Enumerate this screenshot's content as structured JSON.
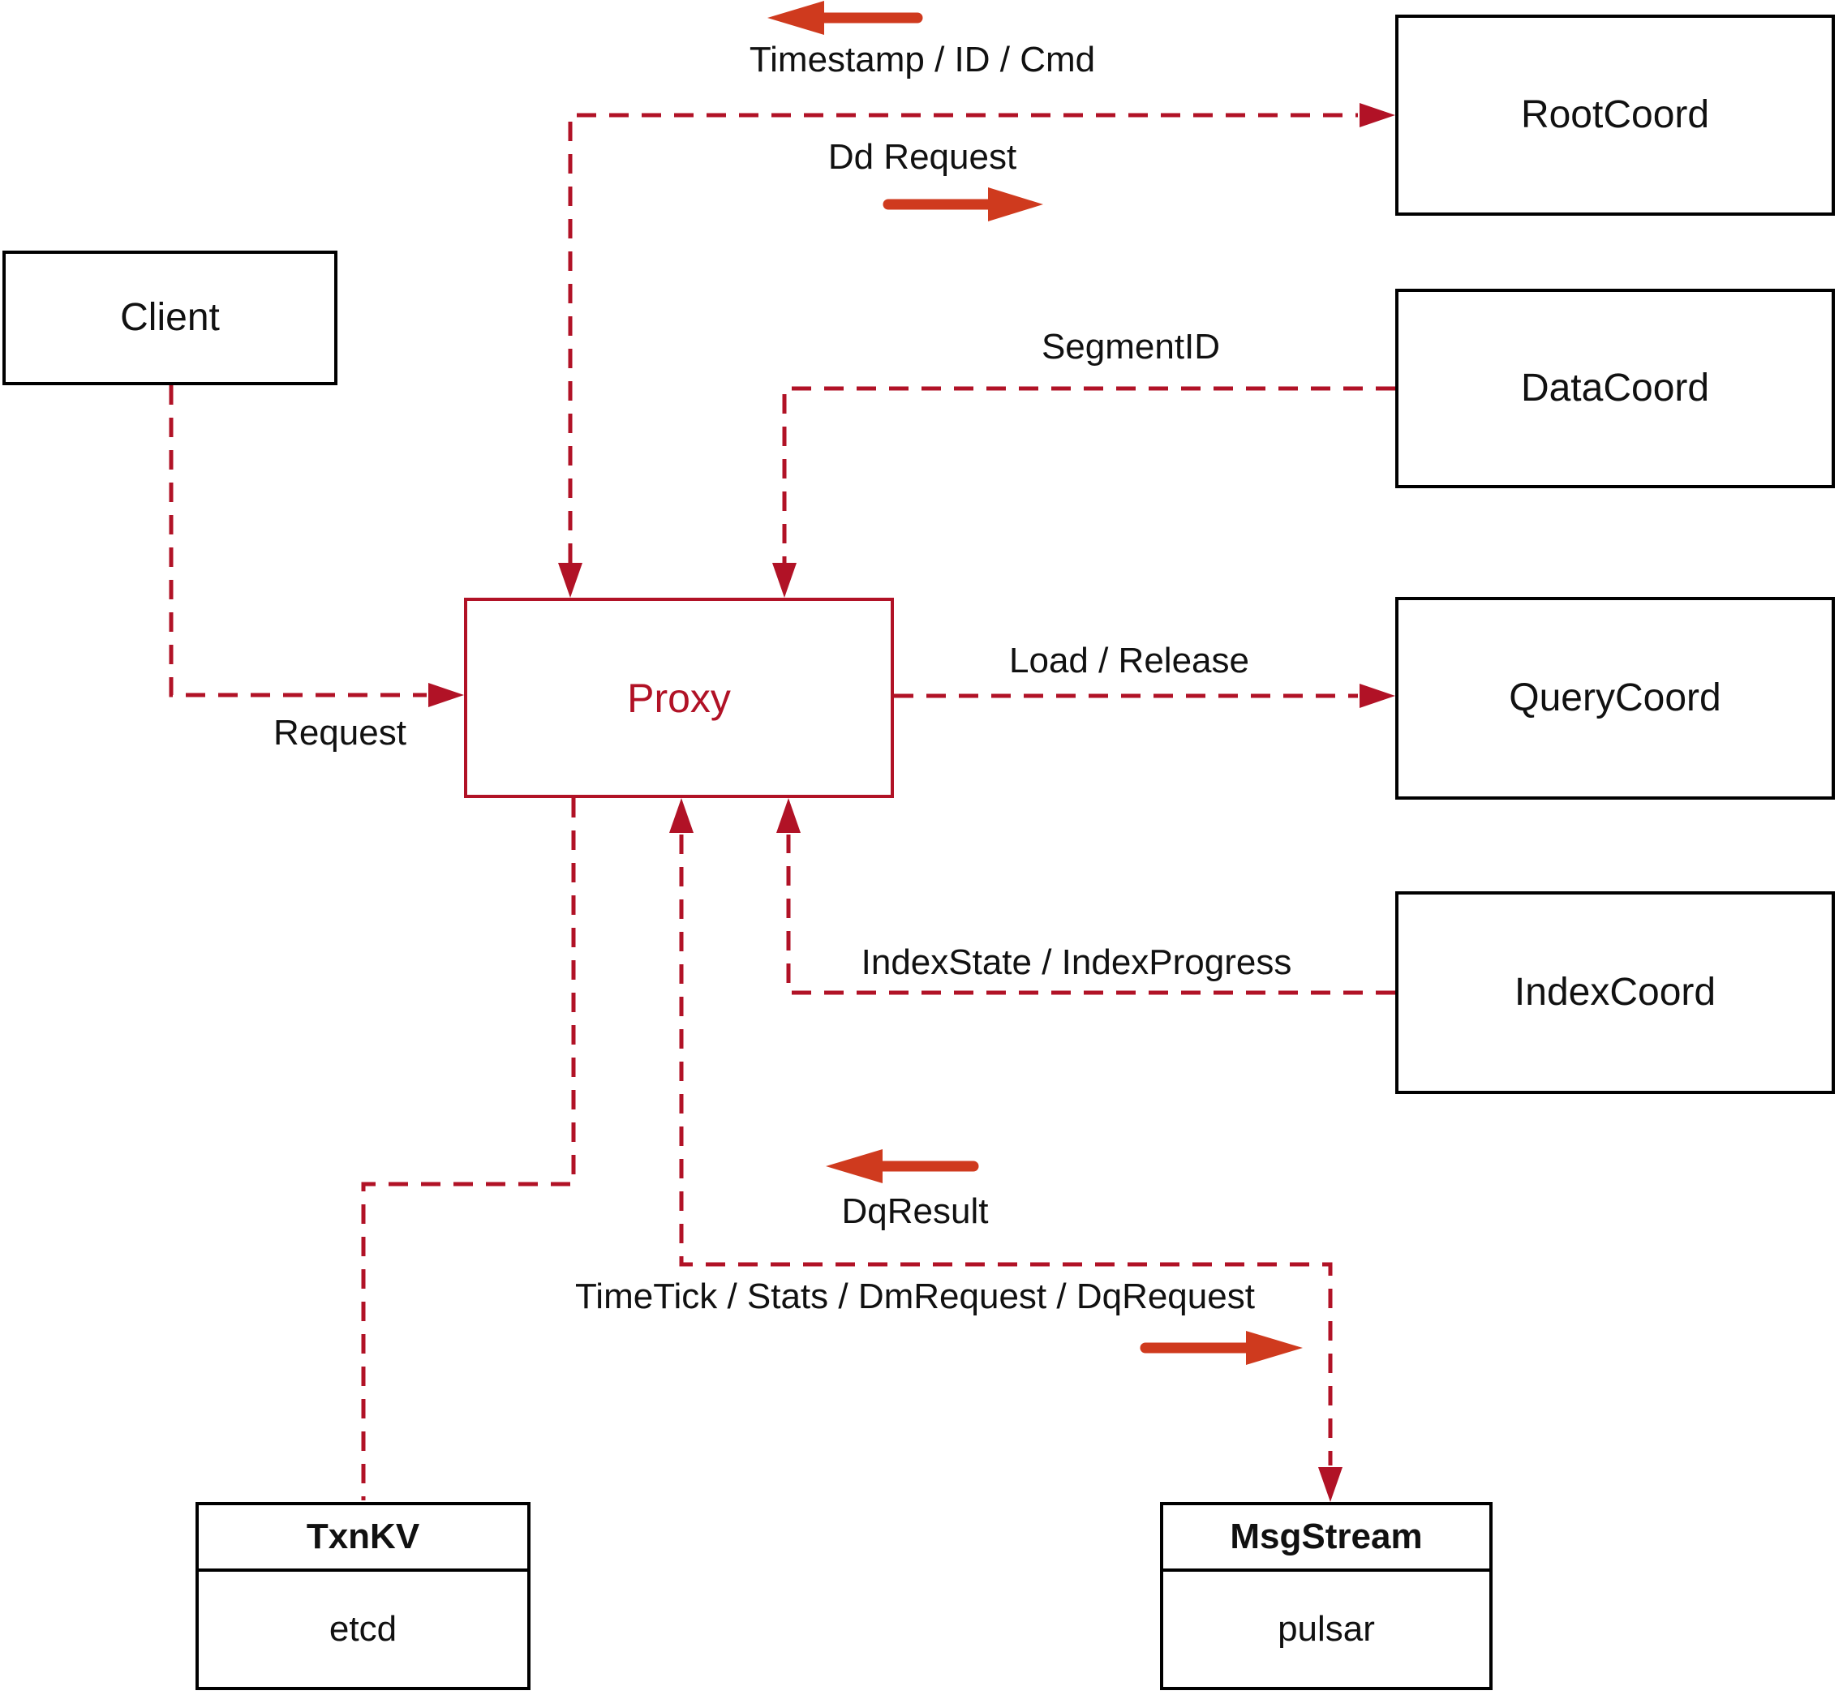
{
  "diagram": {
    "nodes": {
      "client": {
        "label": "Client"
      },
      "rootcoord": {
        "label": "RootCoord"
      },
      "datacoord": {
        "label": "DataCoord"
      },
      "querycoord": {
        "label": "QueryCoord"
      },
      "indexcoord": {
        "label": "IndexCoord"
      },
      "proxy": {
        "label": "Proxy"
      },
      "txnkv": {
        "title": "TxnKV",
        "impl": "etcd"
      },
      "msgstream": {
        "title": "MsgStream",
        "impl": "pulsar"
      }
    },
    "edges": {
      "proxy_rootcoord": {
        "label_response": "Timestamp / ID / Cmd",
        "label_request": "Dd Request"
      },
      "datacoord_proxy": {
        "label": "SegmentID"
      },
      "proxy_querycoord": {
        "label": "Load / Release"
      },
      "indexcoord_proxy": {
        "label": "IndexState / IndexProgress"
      },
      "client_proxy": {
        "label": "Request"
      },
      "proxy_msgstream": {
        "label_response": "DqResult",
        "label_request": "TimeTick / Stats / DmRequest / DqRequest"
      }
    },
    "colors": {
      "line_red": "#b11226",
      "arrow_red": "#cf3a1e",
      "box_black": "#000000",
      "text_black": "#111111"
    }
  }
}
